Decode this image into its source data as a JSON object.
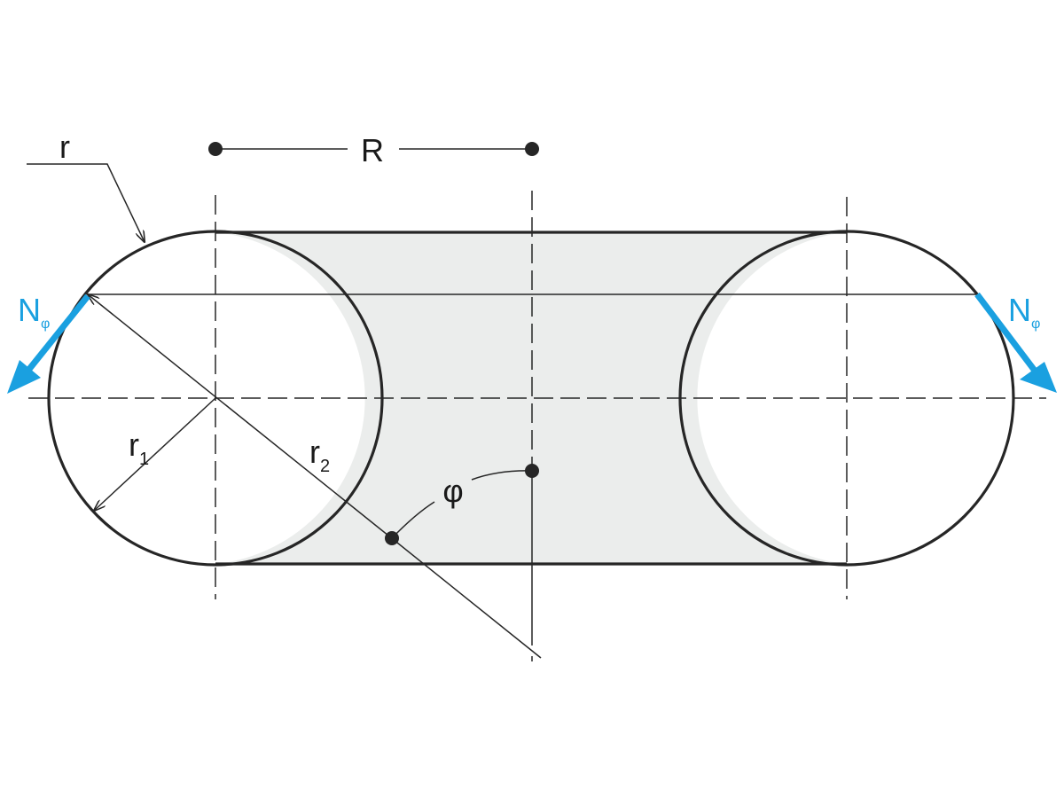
{
  "labels": {
    "r": "r",
    "R": "R",
    "r1_main": "r",
    "r1_sub": "1",
    "r2_main": "r",
    "r2_sub": "2",
    "phi": "φ",
    "n_phi_left_main": "N",
    "n_phi_left_sub": "φ",
    "n_phi_right_main": "N",
    "n_phi_right_sub": "φ"
  },
  "colors": {
    "outline": "#262626",
    "fill": "#ebedec",
    "force": "#1aa0e0",
    "text": "#1a1a1a"
  }
}
